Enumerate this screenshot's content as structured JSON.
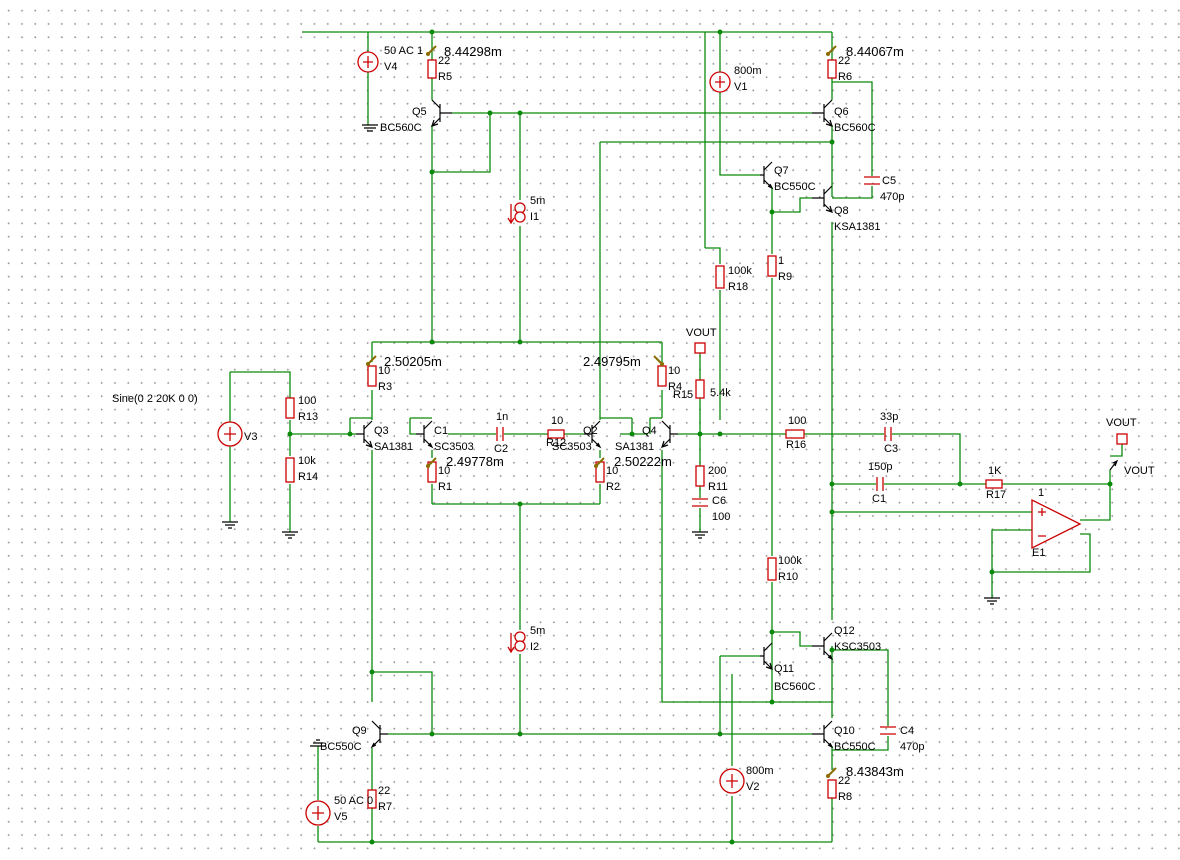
{
  "labels": {
    "v4_val": "50 AC 1",
    "v4": "V4",
    "r5_val": "22",
    "r5": "R5",
    "probe_top_left": "8.44298m",
    "v1_val": "800m",
    "v1": "V1",
    "r6_val": "22",
    "r6": "R6",
    "probe_top_right": "8.44067m",
    "q5": "Q5",
    "q5_model": "BC560C",
    "q6": "Q6",
    "q6_model": "BC560C",
    "q7": "Q7",
    "q7_model": "BC550C",
    "c5": "C5",
    "c5_val": "470p",
    "q8": "Q8",
    "q8_model": "KSA1381",
    "i1_val": "5m",
    "i1": "I1",
    "r18_val": "100k",
    "r18": "R18",
    "r9_val": "1",
    "r9": "R9",
    "vout_net_top": "VOUT",
    "probe_r3": "2.50205m",
    "probe_r4": "2.49795m",
    "r3_val": "10",
    "r3": "R3",
    "r4_val": "10",
    "r4": "R4",
    "r15": "R15",
    "r15_val": "5.4k",
    "sine": "Sine(0 2 20K 0 0)",
    "r13_val": "100",
    "r13": "R13",
    "r14_val": "10k",
    "r14": "R14",
    "v3": "V3",
    "q3": "Q3",
    "q3_model": "SA1381",
    "q1": "C1",
    "q1_model": "SC3503",
    "c2_val": "1n",
    "c2": "C2",
    "r12_val": "10",
    "r12": "R12",
    "q2": "Q2",
    "q2_model": "SC3503",
    "q2_model_b": "SA1381",
    "q4": "Q4",
    "r16_val": "100",
    "r16": "R16",
    "c3_val": "33p",
    "c3": "C3",
    "probe_r1": "2.49778m",
    "r1_val": "10",
    "r1": "R1",
    "probe_r2": "2.50222m",
    "r2_val": "10",
    "r2": "R2",
    "r11_val": "200",
    "r11": "R11",
    "c6": "C6",
    "c6_val": "100",
    "c1_val": "150p",
    "c1": "C1",
    "r17_val": "1K",
    "r17": "R17",
    "vout_net_right": "VOUT",
    "vout_out": "VOUT",
    "e1_gain": "1",
    "e1": "E1",
    "r10_val": "100k",
    "r10": "R10",
    "i2_val": "5m",
    "i2": "I2",
    "q12": "Q12",
    "q12_model": "KSC3503",
    "q11": "Q11",
    "q11_model": "BC560C",
    "q9": "Q9",
    "q9_model": "BC550C",
    "q10": "Q10",
    "q10_model": "BC550C",
    "c4": "C4",
    "c4_val": "470p",
    "v2_val": "800m",
    "v2": "V2",
    "probe_bottom_right": "8.43843m",
    "r8_val": "22",
    "r8": "R8",
    "v5_val": "50 AC 0",
    "v5": "V5",
    "r7_val": "22",
    "r7": "R7"
  },
  "colors": {
    "wire": "#0a8a0a",
    "component": "#cc0000",
    "transistor": "#000000",
    "probe": "#8a6d00"
  }
}
